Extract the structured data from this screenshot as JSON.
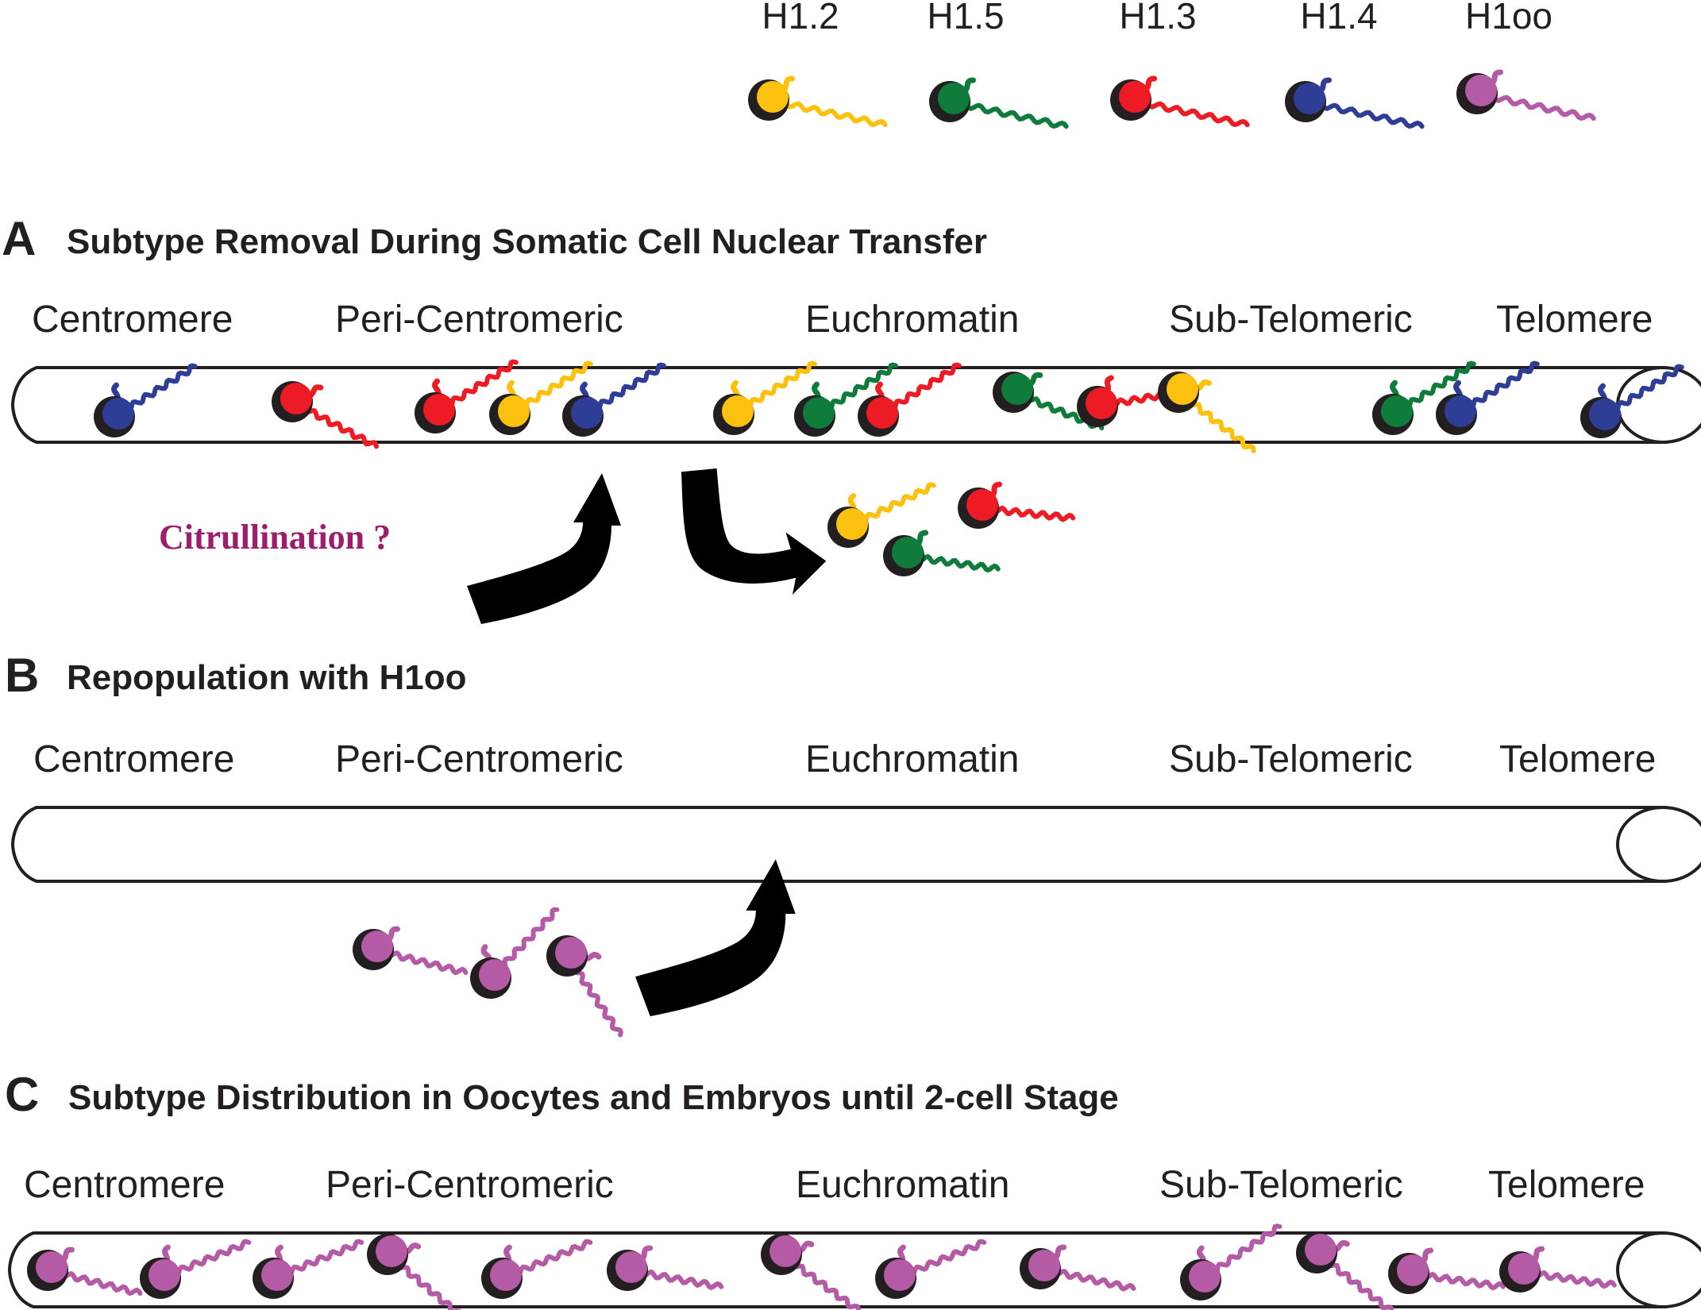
{
  "legend": [
    {
      "name": "H1.2",
      "color": "#fcc10f"
    },
    {
      "name": "H1.5",
      "color": "#0f7c3b"
    },
    {
      "name": "H1.3",
      "color": "#ed1c24"
    },
    {
      "name": "H1.4",
      "color": "#2e3d96"
    },
    {
      "name": "H1oo",
      "color": "#b55aa5"
    }
  ],
  "regions": [
    "Centromere",
    "Peri-Centromeric",
    "Euchromatin",
    "Sub-Telomeric",
    "Telomere"
  ],
  "panels": {
    "a": {
      "letter": "A",
      "title": "Subtype Removal During Somatic Cell Nuclear Transfer",
      "note": "Citrullination ?",
      "note_color": "#9b1d6b"
    },
    "b": {
      "letter": "B",
      "title": "Repopulation with H1oo"
    },
    "c": {
      "letter": "C",
      "title": "Subtype Distribution in Oocytes and Embryos until 2-cell Stage"
    }
  },
  "colors": {
    "outline": "#231f20",
    "arrow": "#000000"
  }
}
